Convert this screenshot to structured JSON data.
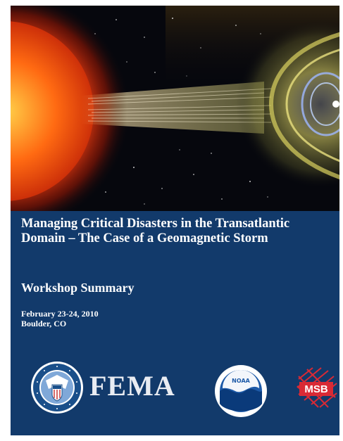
{
  "document": {
    "title": "Managing Critical Disasters in the Transatlantic Domain – The Case of a Geomagnetic Storm",
    "subtitle": "Workshop Summary",
    "date": "February 23-24, 2010",
    "location": "Boulder, CO"
  },
  "logos": {
    "dhs": {
      "icon": "dhs-seal-icon"
    },
    "fema": {
      "text": "FEMA"
    },
    "noaa": {
      "icon": "noaa-logo-icon",
      "text": "NOAA"
    },
    "msb": {
      "icon": "msb-logo-icon",
      "text": "MSB"
    }
  },
  "colors": {
    "panel_blue": "#123a6b",
    "sun_orange": "#ff5a10",
    "magnetosphere": "#d8d060",
    "msb_red": "#d92a35"
  }
}
